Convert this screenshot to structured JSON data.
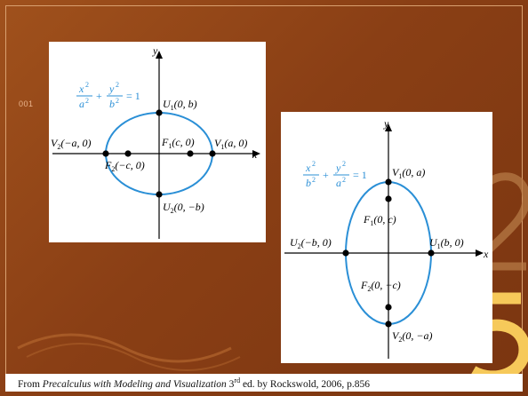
{
  "slide_number": "001",
  "diagram1": {
    "axis_x": "x",
    "axis_y": "y",
    "eq": {
      "xnum": "x",
      "xden": "a",
      "ynum": "y",
      "yden": "b",
      "rhs": "= 1"
    },
    "u1": {
      "name": "U",
      "sub": "1",
      "coords": "(0, b)"
    },
    "u2": {
      "name": "U",
      "sub": "2",
      "coords": "(0, −b)"
    },
    "v1": {
      "name": "V",
      "sub": "1",
      "coords": "(a, 0)"
    },
    "v2": {
      "name": "V",
      "sub": "2",
      "coords": "(−a, 0)"
    },
    "f1": {
      "name": "F",
      "sub": "1",
      "coords": "(c, 0)"
    },
    "f2": {
      "name": "F",
      "sub": "2",
      "coords": "(−c, 0)"
    }
  },
  "diagram2": {
    "axis_x": "x",
    "axis_y": "y",
    "eq": {
      "xnum": "x",
      "xden": "b",
      "ynum": "y",
      "yden": "a",
      "rhs": "= 1"
    },
    "v1": {
      "name": "V",
      "sub": "1",
      "coords": "(0, a)"
    },
    "v2": {
      "name": "V",
      "sub": "2",
      "coords": "(0, −a)"
    },
    "f1": {
      "name": "F",
      "sub": "1",
      "coords": "(0, c)"
    },
    "f2": {
      "name": "F",
      "sub": "2",
      "coords": "(0, −c)"
    },
    "u1": {
      "name": "U",
      "sub": "1",
      "coords": "(b, 0)"
    },
    "u2": {
      "name": "U",
      "sub": "2",
      "coords": "(−b, 0)"
    }
  },
  "caption": {
    "prefix": "From ",
    "title": "Precalculus with Modeling and Visualization",
    "edition_num": "3",
    "edition_sup": "rd",
    "suffix": " ed. by Rockswold, 2006, p.856"
  },
  "colors": {
    "ellipse": "#2a8fd6",
    "axis": "#000000",
    "point": "#000000",
    "equation": "#2a8fd6",
    "slide_bg": "#8e4418",
    "decor_digits": "#f6c95a"
  }
}
